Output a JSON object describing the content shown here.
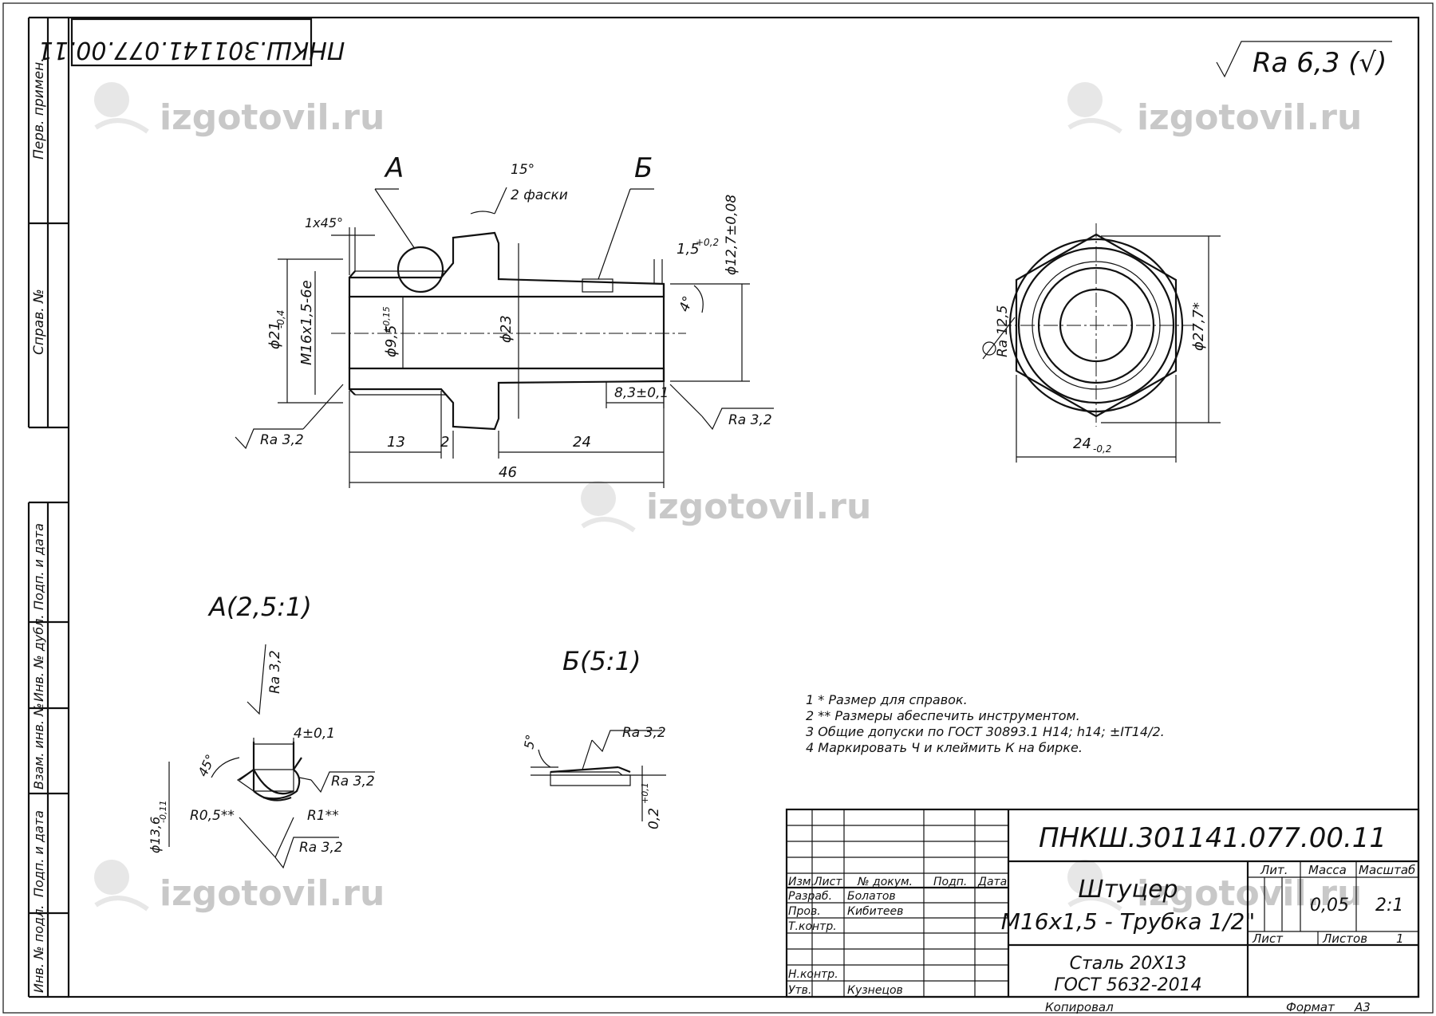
{
  "drawing_number": "ПНКШ.301141.077.00.11",
  "drawing_number_rotated": "ПНКШ.301141.077.00.11",
  "roughness_general": "Ra 6,3 (√)",
  "watermark": "izgotovil.ru",
  "side_stamp": {
    "perv_primen": "Перв. примен.",
    "sprav_no": "Справ. №",
    "podp_data_1": "Подп. и дата",
    "inv_dubl": "Инв. № дубл.",
    "vzam_inv": "Взам. инв. №",
    "podp_data_2": "Подп. и дата",
    "inv_podl": "Инв. № подл."
  },
  "main_view": {
    "label_a": "А",
    "label_b": "Б",
    "chamfer_angle": "15°",
    "chamfer_note": "2 фаски",
    "chamfer_1x45": "1x45°",
    "dim_groove_depth": "1,5",
    "dim_groove_tol": "+0,2",
    "dim_d127": "ϕ12,7±0,08",
    "dim_angle4": "4°",
    "dim_d21": "ϕ21",
    "dim_d21_tol": "-0,4",
    "dim_thread": "M16x1,5-6e",
    "dim_d95": "ϕ9,5",
    "dim_d95_tol": "+0,15",
    "dim_d23": "ϕ23",
    "dim_83": "8,3±0,1",
    "ra_left": "Ra 3,2",
    "ra_right": "Ra 3,2",
    "dim_13": "13",
    "dim_2": "2",
    "dim_24": "24",
    "dim_46": "46"
  },
  "hex_view": {
    "radius": "Ra 12,5",
    "dim_d277": "ϕ27,7*",
    "dim_24": "24",
    "dim_24_tol": "-0,2"
  },
  "detail_a": {
    "title": "А(2,5:1)",
    "ra_top": "Ra 3,2",
    "ra_right": "Ra 3,2",
    "ra_bottom": "Ra 3,2",
    "dim_width": "4±0,1",
    "angle": "45°",
    "r05": "R0,5**",
    "r1": "R1**",
    "dim_d136": "ϕ13,6",
    "dim_d136_tol": "-0,11"
  },
  "detail_b": {
    "title": "Б(5:1)",
    "angle": "5°",
    "ra": "Ra 3,2",
    "dim_depth": "0,2",
    "dim_depth_tol": "+0,1"
  },
  "notes": [
    "1  * Размер для справок.",
    "2  ** Размеры абеспечить инструментом.",
    "3  Общие допуски по ГОСТ 30893.1 H14; h14; ±IT14/2.",
    "4  Маркировать Ч и клеймить К на бирке."
  ],
  "title_block": {
    "doc_number": "ПНКШ.301141.077.00.11",
    "name_line1": "Штуцер",
    "name_line2": "M16x1,5 - Трубка 1/2\"",
    "material_line1": "Сталь 20Х13",
    "material_line2": "ГОСТ 5632-2014",
    "col_izm": "Изм.",
    "col_list": "Лист",
    "col_doc": "№ докум.",
    "col_podp": "Подп.",
    "col_data": "Дата",
    "role_razrab": "Разраб.",
    "name_razrab": "Болатов",
    "role_prov": "Пров.",
    "name_prov": "Кибитеев",
    "role_tkontr": "Т.контр.",
    "role_nkontr": "Н.контр.",
    "role_utv": "Утв.",
    "name_utv": "Кузнецов",
    "lit_label": "Лит.",
    "mass_label": "Масса",
    "scale_label": "Масштаб",
    "mass_value": "0,05",
    "scale_value": "2:1",
    "sheet_label": "Лист",
    "sheets_label": "Листов",
    "sheets_value": "1",
    "copied": "Копировал",
    "format_label": "Формат",
    "format_value": "А3"
  }
}
